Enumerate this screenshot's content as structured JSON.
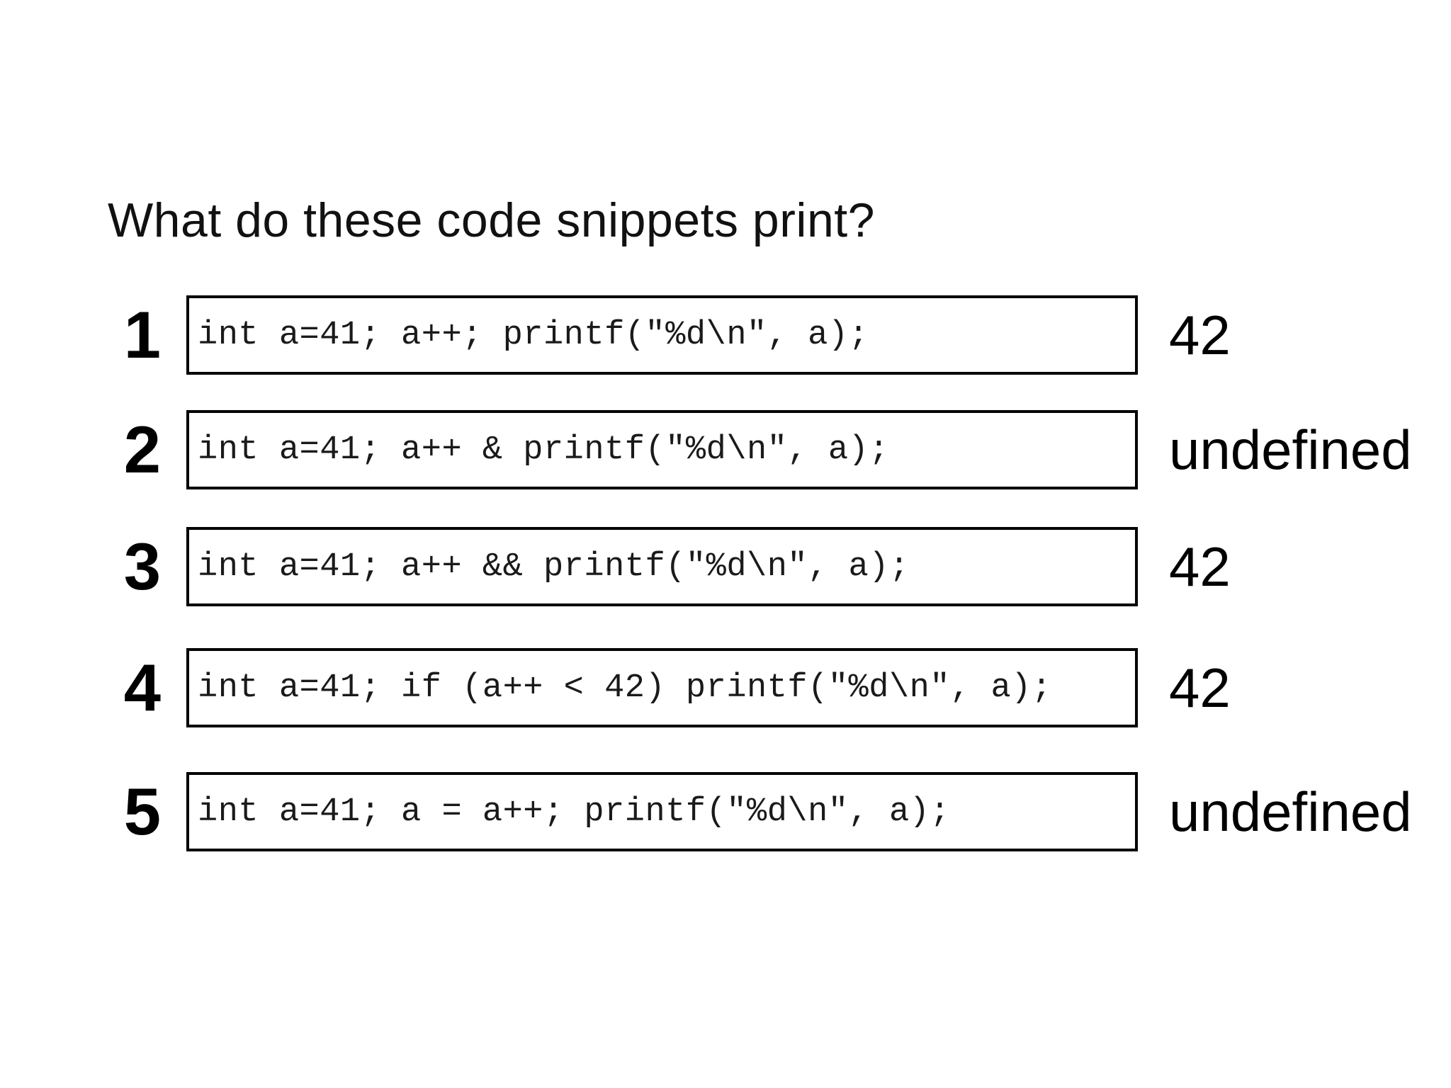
{
  "title": "What do these code snippets print?",
  "rows": [
    {
      "num": "1",
      "code": "int a=41; a++; printf(\"%d\\n\", a);",
      "answer": "42"
    },
    {
      "num": "2",
      "code": "int a=41; a++ & printf(\"%d\\n\", a);",
      "answer": "undefined"
    },
    {
      "num": "3",
      "code": "int a=41; a++ && printf(\"%d\\n\", a);",
      "answer": "42"
    },
    {
      "num": "4",
      "code": "int a=41; if (a++ < 42) printf(\"%d\\n\", a);",
      "answer": "42"
    },
    {
      "num": "5",
      "code": "int a=41; a = a++; printf(\"%d\\n\", a);",
      "answer": "undefined"
    }
  ],
  "colors": {
    "background": "#ffffff",
    "text": "#000000",
    "box_border": "#000000"
  }
}
